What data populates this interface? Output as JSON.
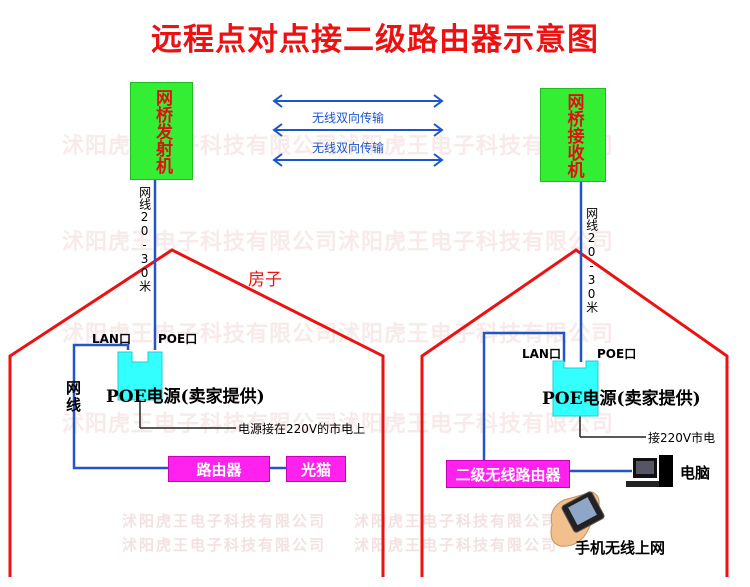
{
  "title": "远程点对点接二级路由器示意图",
  "bridge_tx": "网桥发射机",
  "bridge_rx": "网桥接收机",
  "wireless_labels": [
    "无线双向传输",
    "无线双向传输"
  ],
  "cable_left": "网线20-30米",
  "cable_right": "网线20-30米",
  "house_label": "房子",
  "left": {
    "lan": "LAN口",
    "poe": "POE口",
    "poe_supply": "POE电源(卖家提供)",
    "network_cable": "网线",
    "power_note": "电源接在220V的市电上",
    "router": "路由器",
    "modem": "光猫"
  },
  "right": {
    "lan": "LAN口",
    "poe": "POE口",
    "poe_supply": "POE电源(卖家提供)",
    "power_note": "接220V市电",
    "router": "二级无线路由器",
    "computer": "电脑",
    "phone": "手机无线上网"
  },
  "watermark": "沭阳虎王电子科技有限公司沭阳虎王电子科技有限公司",
  "watermark_bottom": "沭阳虎王电子科技有限公司",
  "colors": {
    "title": "#ee1111",
    "bridge_text": "#e01010",
    "bridge_bg": "#33ee33",
    "house": "#ee1111",
    "cable": "#2255cc",
    "router_bg": "#ff22ee",
    "poe_bg": "#33ffff"
  }
}
